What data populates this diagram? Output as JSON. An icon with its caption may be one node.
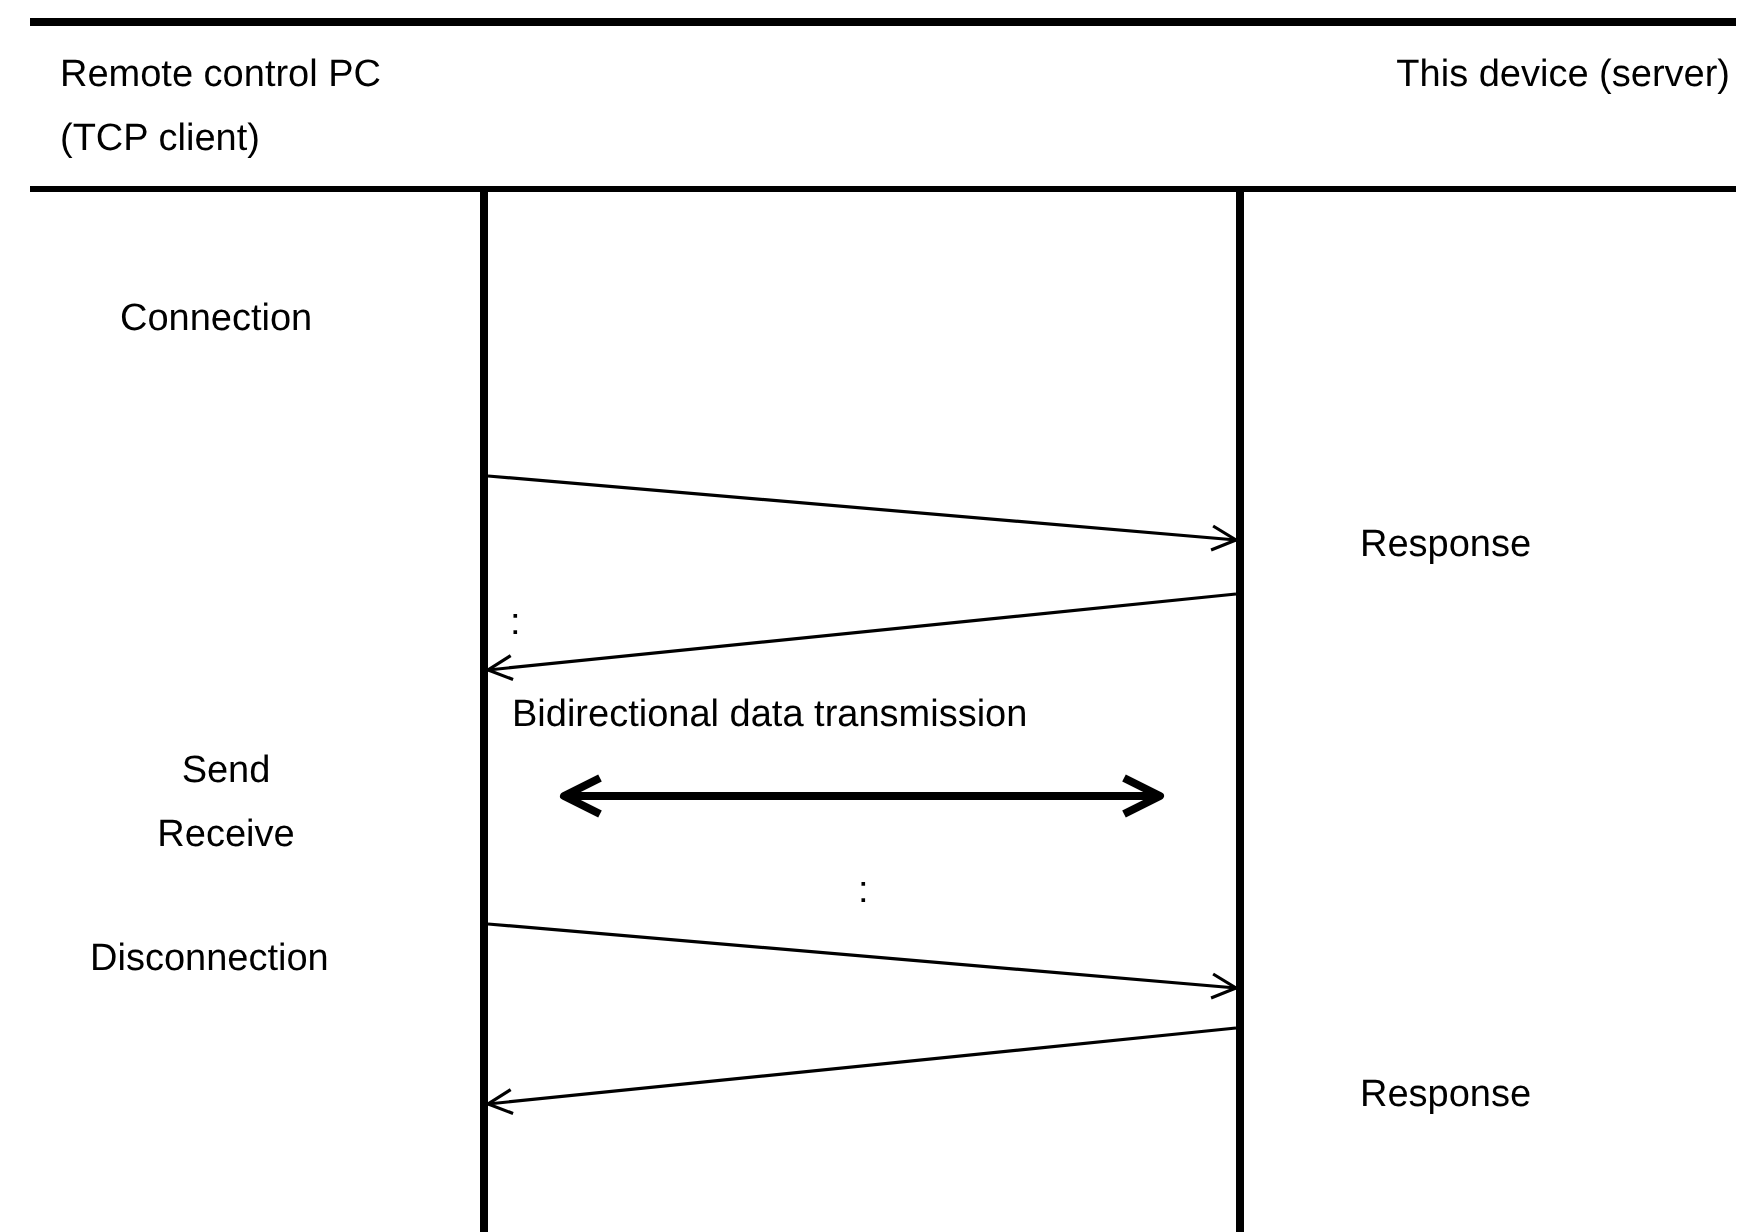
{
  "diagram": {
    "nodes": [
      {
        "text": [],
        "shape": "bar"
      },
      {
        "text": [],
        "shape": "bar"
      }
    ],
    "edges": [
      {
        "from": 0,
        "to": 1,
        "arrow": "to"
      },
      {
        "from": 1,
        "to": 0,
        "arrow": "to"
      },
      {
        "from": 0,
        "to": 1,
        "arrow": "to"
      },
      {
        "from": 1,
        "to": 0,
        "arrow": "to"
      }
    ],
    "labels": [
      "Remote control PC (TCP client)",
      "This device (server)",
      "Connection",
      "Response",
      ":",
      "Send Receive",
      "Bidirectional data transmission",
      ":",
      "Disconnection",
      "Response"
    ]
  }
}
